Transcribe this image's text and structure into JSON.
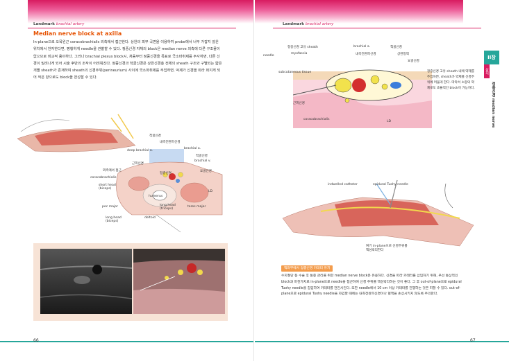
{
  "left_page": {
    "header_label": "Landmark",
    "header_label_italic": "brachial artery",
    "title": "Median nerve block at axilla",
    "body": "In-plane으로 오목왼근 coracobrachialis 외측에서 접근한다. 상완의 피부 곡면을 이용하여 probe에서 너무 가깝지 않은 위치에서 천자한다면, 평행하게 needle을 관찰할 수 있다. 정중신경 자체의 block은 median nerve 외측에 다른 구조물이 없으므로 비교적 용이하다. 그러나 brachial plexus block시, 처음부터 정중신경을 목표로 국소마취제를 주사하면, 다른 신경이 밀려나게 되어 시술 후반의 조작이 어려워진다. 정중신경과 척골신경은 상완신경총 전체의 sheath 구조와 구별되는 얇은 개별 sheath가 존재하여 sheath의 신경주위(perineurium) 사이에 국소마취제를 주입하면, 억제가 신경을 따라 퍼지게 되어 적은 양으로도 block을 완성할 수 있다.",
    "diagram_labels": {
      "ulnar": "척골신경",
      "medial_cutaneous": "내측전완피신경",
      "deep_brachial_a": "deep brachial a.",
      "brachial_a": "brachial a.",
      "ulnar_n": "척골신경",
      "brachial_v": "brachial v.",
      "musculocutaneous": "근피신경",
      "lateral_approach": "외측에서 접근",
      "median_n": "정중신경",
      "radial_n": "요골신경",
      "coracobrachialis": "coracobrachialis",
      "short_head": "short head (biceps)",
      "humerus": "humerus",
      "ld": "LD",
      "pec_major": "pec major",
      "long_head_triceps": "long head (triceps)",
      "teres_major": "teres major",
      "deltoid": "deltoid",
      "long_head_biceps": "long head (biceps)"
    },
    "page_number": "66"
  },
  "right_page": {
    "header_label": "Landmark",
    "header_label_italic": "brachial artery",
    "top_diagram_labels": {
      "median_sheath": "정중신경 고유 sheath",
      "brachial_a": "brachial a.",
      "ulnar_n": "척골신경",
      "myofascia": "myofascia",
      "medial_cutaneous": "내측전완피신경",
      "basilic_v": "상완정맥",
      "needle": "needle",
      "radial_n": "요골신경",
      "subcutaneous": "subcutaneous tissue",
      "musculocutaneous": "근피신경",
      "coracobrachialis": "coracobrachialis",
      "ld": "LD"
    },
    "note": "정중신경 고유 sheath 내에 약제를 주입하면, sheath가 약제를 신경주위에 머물게 한다. 따라서 소량의 약제로도 효율적인 block이 가능하다.",
    "bottom_diagram_labels": {
      "indwelled_catheter": "indwelled catheter",
      "epidural_needle": "epidural Tuohy needle",
      "in_plane_note": "여기 in-plane으로 신경주위를 액성박리한다"
    },
    "caption_badge": "액와부에서 정중신경 카테터 유치",
    "caption": "수지절단 등 수술 후 통증 관리를 위한 median nerve block은 유용하다. 신경을 따라 카테터를 삽입하기 위해, 우선 통상적인 block과 마찬가지로 in-plane으로 needle을 접근하여 신경 주위를 액성박리하는 것이 좋다. 그 후 out-of-plane으로 epidural Tuohy needle을 집입하여 카테터를 전진시킨다. 또한 needle에서 10 cm 이상 카테터를 진행하는 것은 피할 수 있다. out-of-plane으로 epidural Tuohy needle을 자입할 때에는 내측전완피신경이나 혈액을 손상시키지 않도록 주의한다.",
    "side_tab_number": "II장",
    "side_tab_pink": "상지",
    "side_tab_text": "정중신경 median nerve",
    "page_number": "67"
  },
  "colors": {
    "accent_pink": "#d81b60",
    "title_orange": "#e65100",
    "teal": "#26a69a",
    "badge_orange": "#f39c4c"
  }
}
